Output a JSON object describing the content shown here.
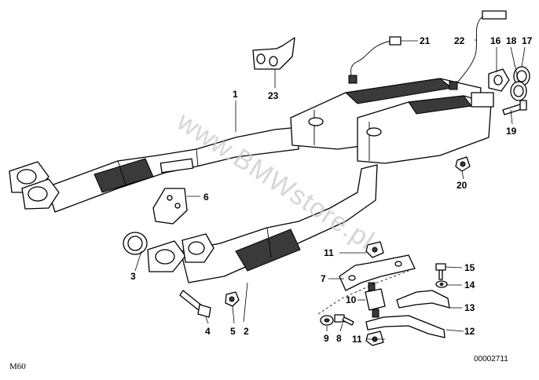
{
  "callouts": {
    "c1": "1",
    "c2": "2",
    "c3": "3",
    "c4": "4",
    "c5": "5",
    "c6": "6",
    "c7": "7",
    "c8": "8",
    "c9": "9",
    "c10": "10",
    "c11a": "11",
    "c11b": "11",
    "c12": "12",
    "c13": "13",
    "c14": "14",
    "c15": "15",
    "c16": "16",
    "c17": "17",
    "c18": "18",
    "c19": "19",
    "c20": "20",
    "c21": "21",
    "c22": "22",
    "c23": "23"
  },
  "footer": {
    "model": "M60",
    "diagram_number": "00002711"
  },
  "watermark": "www.BMWstore.pl"
}
